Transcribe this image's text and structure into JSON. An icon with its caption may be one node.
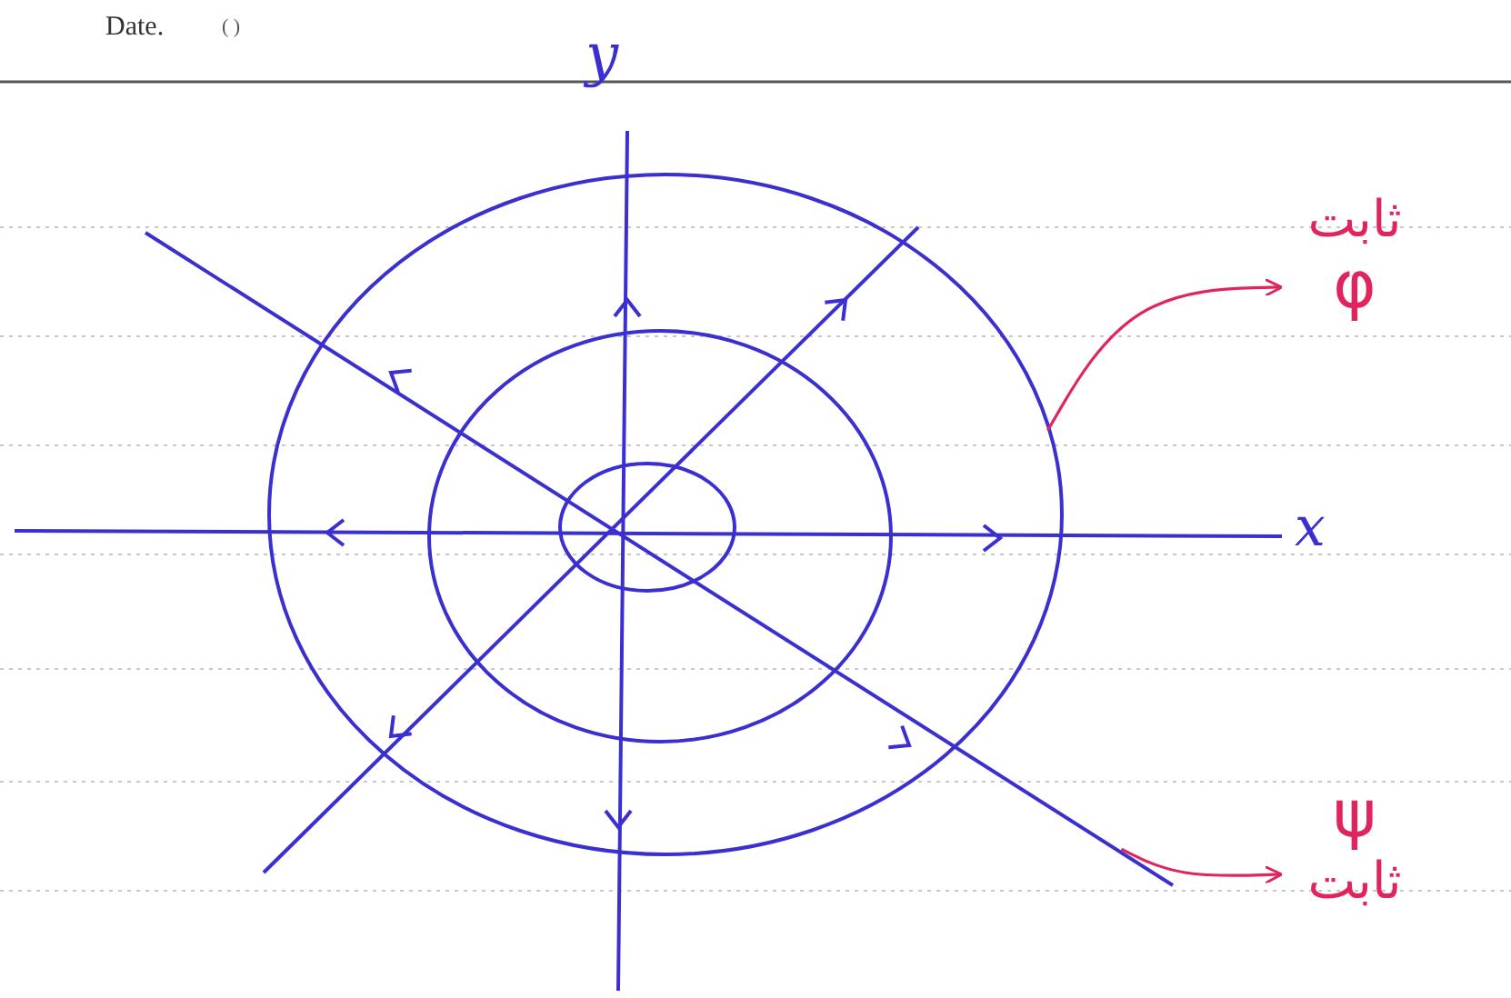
{
  "diagram": {
    "nodes": [
      {
        "text": [
          "ثابت",
          "φ"
        ]
      },
      {
        "text": [],
        "shape": "circle"
      },
      {
        "text": [
          "ψ",
          "ثابت"
        ]
      },
      {
        "text": [],
        "shape": "line"
      }
    ],
    "edges": [
      {
        "from": 1,
        "to": 0,
        "arrow": "to"
      },
      {
        "from": 3,
        "to": 2,
        "arrow": "to"
      }
    ],
    "labels": [
      "Date.",
      "( )",
      "y",
      "x"
    ]
  }
}
